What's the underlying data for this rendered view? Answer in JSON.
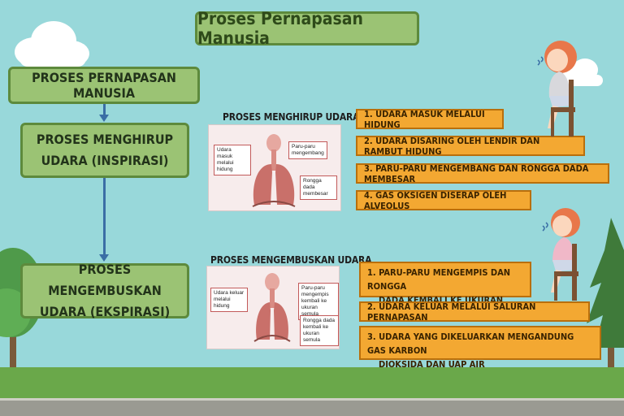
{
  "title": "Proses Pernapasan Manusia",
  "flow": {
    "top": "PROSES PERNAPASAN MANUSIA",
    "inspiration": [
      "PROSES MENGHIRUP",
      "UDARA (INSPIRASI)"
    ],
    "expiration": [
      "PROSES MENGEMBUSKAN",
      "UDARA (EKSPIRASI)"
    ]
  },
  "inhale": {
    "caption": "PROSES MENGHIRUP UDARA",
    "labels": {
      "left": "Udara masuk melalui hidung",
      "right_top": "Paru-paru mengembang",
      "right_bottom": "Rongga dada membesar"
    },
    "steps": [
      "1. UDARA MASUK MELALUI HIDUNG",
      "2. UDARA DISARING OLEH LENDIR DAN RAMBUT HIDUNG",
      "3. PARU-PARU MENGEMBANG DAN RONGGA DADA MEMBESAR",
      "4. GAS OKSIGEN DISERAP OLEH ALVEOLUS"
    ]
  },
  "exhale": {
    "caption": "PROSES MENGEMBUSKAN UDARA",
    "labels": {
      "left": "Udara keluar melalui hidung",
      "right_top": "Paru-paru mengempis kembali ke ukuran semula",
      "right_bottom": "Rongga dada kembali ke ukuran semula"
    },
    "steps": [
      [
        "1. PARU-PARU MENGEMPIS DAN RONGGA",
        "DADA KEMBALI KE UKURAN SEMULA"
      ],
      [
        "2. UDARA KELUAR MELALUI SALURAN PERNAPASAN"
      ],
      [
        "3. UDARA YANG DIKELUARKAN MENGANDUNG GAS KARBON",
        "DIOKSIDA DAN UAP AIR"
      ]
    ]
  },
  "colors": {
    "sky": "#98d8da",
    "green_box": "#9bc374",
    "green_border": "#5d8a3c",
    "orange_box": "#f3a832",
    "orange_border": "#b96f0c",
    "arrow": "#3a6ea5",
    "grass": "#6aa84a"
  },
  "icons": [
    "cloud-icon",
    "tree-icon",
    "lungs-icon",
    "girl-breathing-icon",
    "chair-icon"
  ]
}
